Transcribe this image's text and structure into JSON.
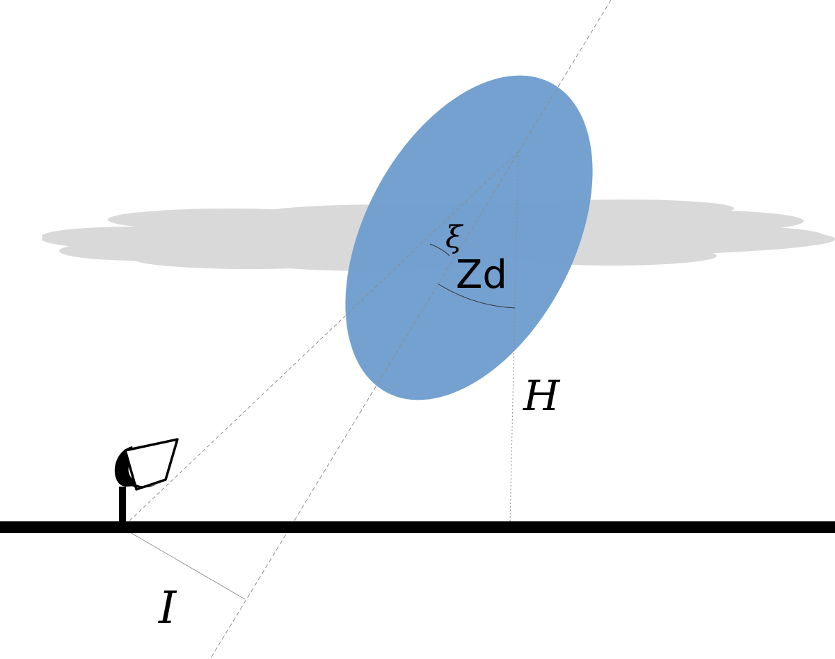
{
  "labels": {
    "xi": "ξ",
    "zd": "Zd",
    "h": "H",
    "i": "I"
  },
  "colors": {
    "shower_ellipse": "#6f9ece",
    "cloud": "#d9d9d9",
    "ground": "#000000",
    "telescope": "#000000",
    "guide_lines": "#999999"
  },
  "icons": {
    "telescope": "telescope-dish-icon",
    "cloud": "cloud-shape",
    "shower": "shower-ellipse"
  }
}
